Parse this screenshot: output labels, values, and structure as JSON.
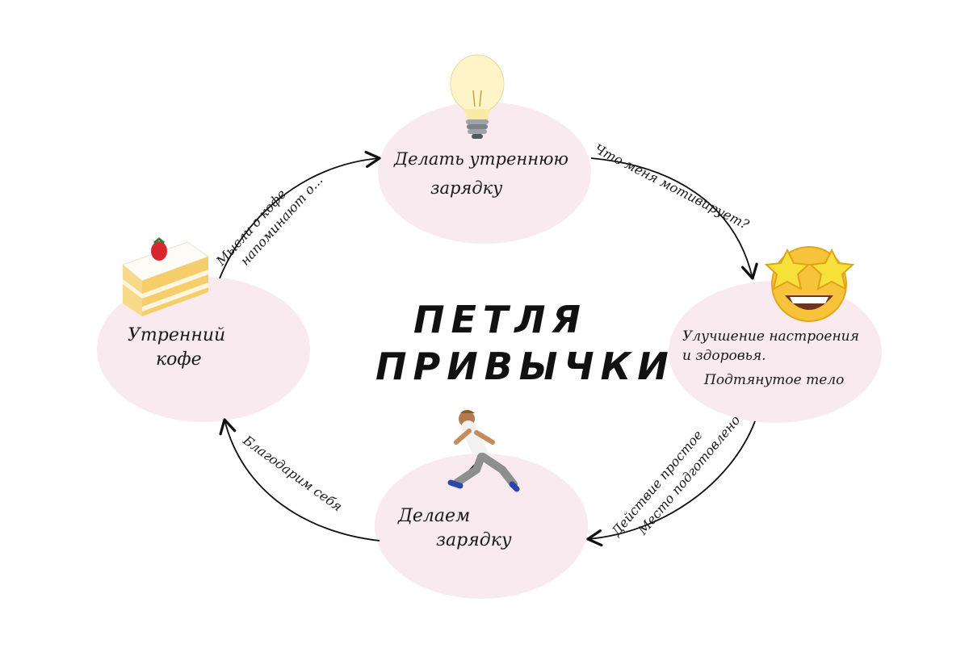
{
  "title": {
    "line1": "ПЕТЛЯ",
    "line2": "ПРИВЫЧКИ"
  },
  "colors": {
    "node_fill": "#f8eaee",
    "stroke": "#111111"
  },
  "nodes": {
    "top": {
      "line1": "Делать утреннюю",
      "line2": "зарядку",
      "icon": "light-bulb-icon"
    },
    "right": {
      "line1": "Улучшение настроения",
      "line2": "и здоровья.",
      "line3": "Подтянутое тело",
      "icon": "star-struck-face-icon"
    },
    "bottom": {
      "line1": "Делаем",
      "line2": "зарядку",
      "icon": "running-person-icon"
    },
    "left": {
      "line1": "Утренний",
      "line2": "кофе",
      "icon": "cake-slice-icon"
    }
  },
  "edges": {
    "left_to_top": {
      "line1": "Мысли о кофе",
      "line2": "напоминают о..."
    },
    "top_to_right": {
      "line1": "Что меня мотивирует?"
    },
    "right_to_bottom": {
      "line1": "Действие простое",
      "line2": "Место подготовлено"
    },
    "bottom_to_left": {
      "line1": "Благодарим себя"
    }
  }
}
